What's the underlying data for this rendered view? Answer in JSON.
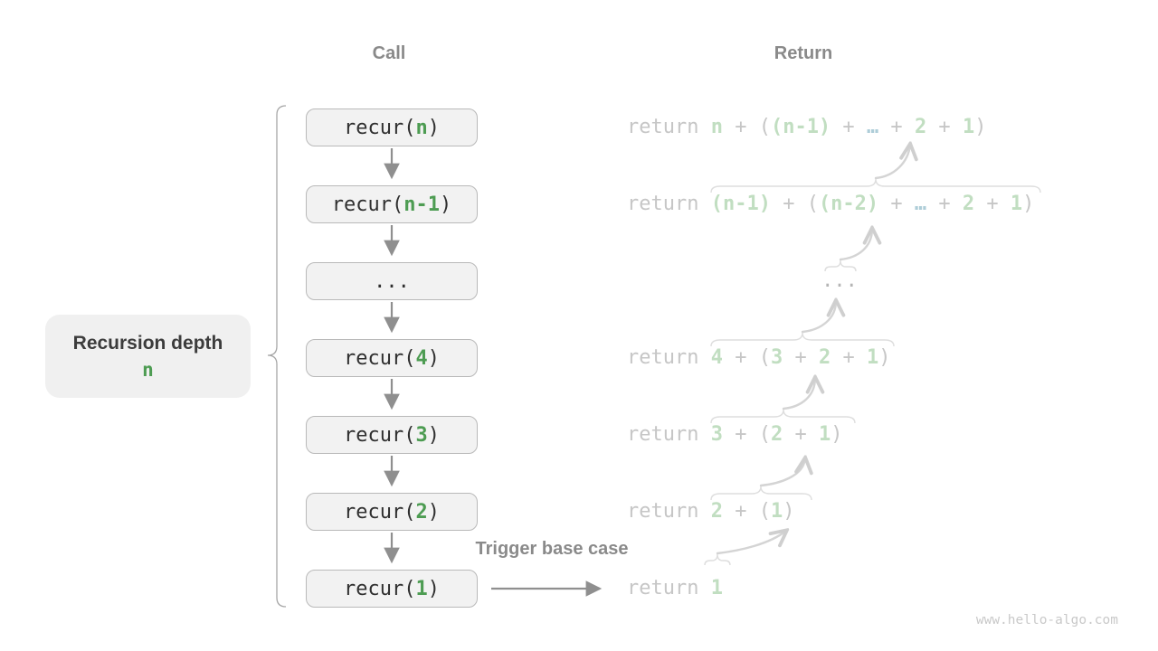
{
  "headers": {
    "call": "Call",
    "return": "Return"
  },
  "left_label": {
    "title": "Recursion depth",
    "value": "n"
  },
  "trigger_label": "Trigger base case",
  "watermark": "www.hello-algo.com",
  "colors": {
    "box_fill": "#f2f2f2",
    "box_border": "#b9b9b9",
    "code_text": "#2f2f2f",
    "accent_green": "#4d9c52",
    "faded_gray": "#c6c6c6",
    "faded_green": "#c1dec1",
    "faded_blue": "#aecdd8",
    "arrow_gray": "#8f8f8f",
    "light_stroke": "#d6d6d6",
    "brace_stroke": "#a6a6a6"
  },
  "call_boxes": [
    {
      "tokens": [
        {
          "t": "recur(",
          "c": "code"
        },
        {
          "t": "n",
          "c": "cg"
        },
        {
          "t": ")",
          "c": "code"
        }
      ]
    },
    {
      "tokens": [
        {
          "t": "recur(",
          "c": "code"
        },
        {
          "t": "n-1",
          "c": "cg"
        },
        {
          "t": ")",
          "c": "code"
        }
      ]
    },
    {
      "tokens": [
        {
          "t": "...",
          "c": "code"
        }
      ]
    },
    {
      "tokens": [
        {
          "t": "recur(",
          "c": "code"
        },
        {
          "t": "4",
          "c": "cg"
        },
        {
          "t": ")",
          "c": "code"
        }
      ]
    },
    {
      "tokens": [
        {
          "t": "recur(",
          "c": "code"
        },
        {
          "t": "3",
          "c": "cg"
        },
        {
          "t": ")",
          "c": "code"
        }
      ]
    },
    {
      "tokens": [
        {
          "t": "recur(",
          "c": "code"
        },
        {
          "t": "2",
          "c": "cg"
        },
        {
          "t": ")",
          "c": "code"
        }
      ]
    },
    {
      "tokens": [
        {
          "t": "recur(",
          "c": "code"
        },
        {
          "t": "1",
          "c": "cg"
        },
        {
          "t": ")",
          "c": "code"
        }
      ]
    }
  ],
  "return_rows": [
    {
      "tokens": [
        {
          "t": "return ",
          "c": "kw"
        },
        {
          "t": "n",
          "c": "g"
        },
        {
          "t": " + (",
          "c": "kw"
        },
        {
          "t": "(n-1)",
          "c": "g"
        },
        {
          "t": " + ",
          "c": "kw"
        },
        {
          "t": "…",
          "c": "b"
        },
        {
          "t": " + ",
          "c": "kw"
        },
        {
          "t": "2",
          "c": "g"
        },
        {
          "t": " + ",
          "c": "kw"
        },
        {
          "t": "1",
          "c": "g"
        },
        {
          "t": ")",
          "c": "kw"
        }
      ]
    },
    {
      "tokens": [
        {
          "t": "return ",
          "c": "kw"
        },
        {
          "t": "(n-1)",
          "c": "g"
        },
        {
          "t": " + (",
          "c": "kw"
        },
        {
          "t": "(n-2)",
          "c": "g"
        },
        {
          "t": " + ",
          "c": "kw"
        },
        {
          "t": "…",
          "c": "b"
        },
        {
          "t": " + ",
          "c": "kw"
        },
        {
          "t": "2",
          "c": "g"
        },
        {
          "t": " + ",
          "c": "kw"
        },
        {
          "t": "1",
          "c": "g"
        },
        {
          "t": ")",
          "c": "kw"
        }
      ]
    },
    {
      "tokens": [
        {
          "t": "...",
          "c": "dots"
        }
      ]
    },
    {
      "tokens": [
        {
          "t": "return ",
          "c": "kw"
        },
        {
          "t": "4",
          "c": "g"
        },
        {
          "t": " + (",
          "c": "kw"
        },
        {
          "t": "3",
          "c": "g"
        },
        {
          "t": " + ",
          "c": "kw"
        },
        {
          "t": "2",
          "c": "g"
        },
        {
          "t": " + ",
          "c": "kw"
        },
        {
          "t": "1",
          "c": "g"
        },
        {
          "t": ")",
          "c": "kw"
        }
      ]
    },
    {
      "tokens": [
        {
          "t": "return ",
          "c": "kw"
        },
        {
          "t": "3",
          "c": "g"
        },
        {
          "t": " + (",
          "c": "kw"
        },
        {
          "t": "2",
          "c": "g"
        },
        {
          "t": " + ",
          "c": "kw"
        },
        {
          "t": "1",
          "c": "g"
        },
        {
          "t": ")",
          "c": "kw"
        }
      ]
    },
    {
      "tokens": [
        {
          "t": "return ",
          "c": "kw"
        },
        {
          "t": "2",
          "c": "g"
        },
        {
          "t": " + (",
          "c": "kw"
        },
        {
          "t": "1",
          "c": "g"
        },
        {
          "t": ")",
          "c": "kw"
        }
      ]
    },
    {
      "tokens": [
        {
          "t": "return ",
          "c": "kw"
        },
        {
          "t": "1",
          "c": "g"
        }
      ]
    }
  ]
}
